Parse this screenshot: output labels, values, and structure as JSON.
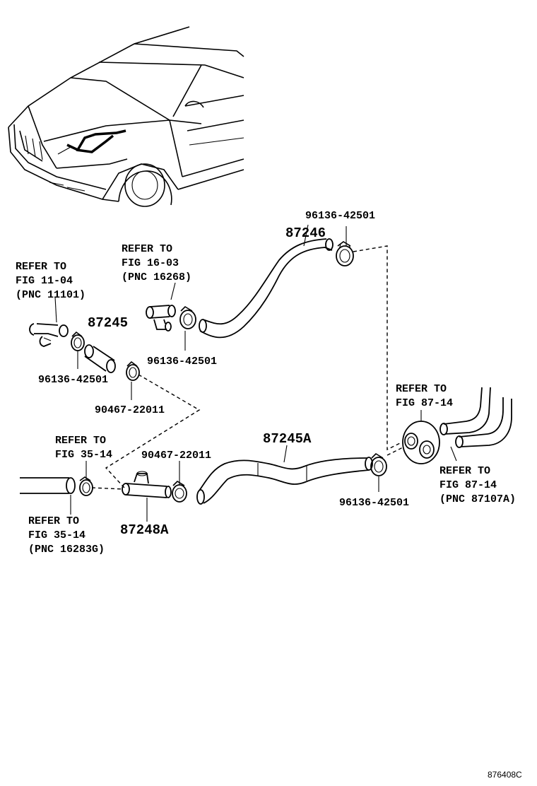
{
  "labels": {
    "refer_fig_11_04": {
      "l1": "REFER TO",
      "l2": "FIG 11-04",
      "l3": "(PNC 11101)"
    },
    "refer_fig_16_03": {
      "l1": "REFER TO",
      "l2": "FIG 16-03",
      "l3": "(PNC 16268)"
    },
    "refer_fig_35_14_top": {
      "l1": "REFER TO",
      "l2": "FIG 35-14"
    },
    "refer_fig_35_14_bottom": {
      "l1": "REFER TO",
      "l2": "FIG 35-14",
      "l3": "(PNC 16283G)"
    },
    "refer_fig_87_14_top": {
      "l1": "REFER TO",
      "l2": "FIG 87-14"
    },
    "refer_fig_87_14_bottom": {
      "l1": "REFER TO",
      "l2": "FIG 87-14",
      "l3": "(PNC 87107A)"
    }
  },
  "parts": {
    "p87246": "87246",
    "p87245": "87245",
    "p87245A": "87245A",
    "p87248A": "87248A",
    "clamp_top_right": "96136-42501",
    "clamp_mid": "96136-42501",
    "clamp_left": "96136-42501",
    "clamp_right_lower": "96136-42501",
    "clip_left": "90467-22011",
    "clip_mid": "90467-22011"
  },
  "figure_code": "876408C"
}
